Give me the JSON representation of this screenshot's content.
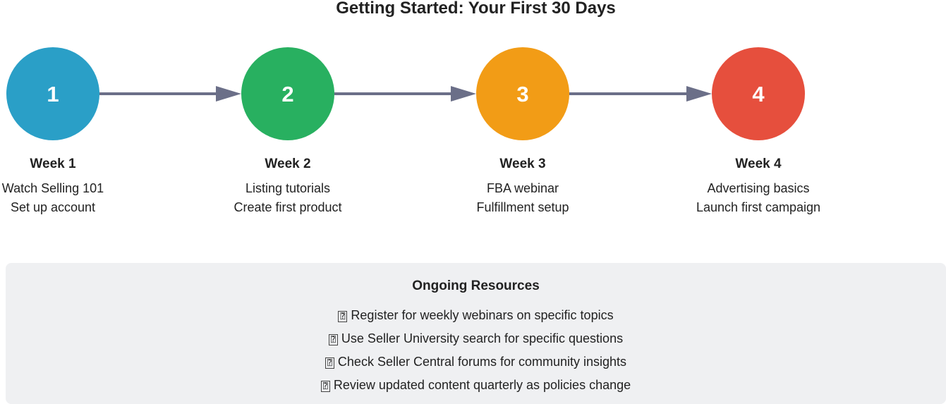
{
  "title": "Getting Started: Your First 30 Days",
  "colors": {
    "step1": "#2a9fc7",
    "step2": "#28b060",
    "step3": "#f29c16",
    "step4": "#e64f3d",
    "arrow": "#6b6f88",
    "panel_bg": "#eff0f2"
  },
  "steps": [
    {
      "number": "1",
      "week": "Week 1",
      "lines": [
        "Watch Selling 101",
        "Set up account"
      ]
    },
    {
      "number": "2",
      "week": "Week 2",
      "lines": [
        "Listing tutorials",
        "Create first product"
      ]
    },
    {
      "number": "3",
      "week": "Week 3",
      "lines": [
        "FBA webinar",
        "Fulfillment setup"
      ]
    },
    {
      "number": "4",
      "week": "Week 4",
      "lines": [
        "Advertising basics",
        "Launch first campaign"
      ]
    }
  ],
  "resources": {
    "title": "Ongoing Resources",
    "bullet_glyph": "⍰",
    "items": [
      "Register for weekly webinars on specific topics",
      "Use Seller University search for specific questions",
      "Check Seller Central forums for community insights",
      "Review updated content quarterly as policies change"
    ]
  }
}
